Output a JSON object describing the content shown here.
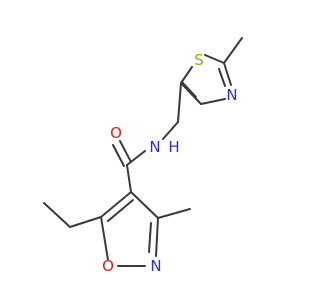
{
  "molecule": {
    "atoms": [
      {
        "id": "s1",
        "label": "S",
        "color": "#b5a000"
      },
      {
        "id": "n3",
        "label": "N",
        "color": "#2d2dd6"
      },
      {
        "id": "nh",
        "label": "H",
        "color": "#2d2dd6"
      },
      {
        "id": "nh_n",
        "label": "N",
        "color": "#2d2dd6"
      },
      {
        "id": "o_c",
        "label": "O",
        "color": "#e0201b"
      },
      {
        "id": "o1",
        "label": "O",
        "color": "#e0201b"
      },
      {
        "id": "n2",
        "label": "N",
        "color": "#2d2dd6"
      }
    ],
    "bond_color": "#3a3a3a"
  }
}
